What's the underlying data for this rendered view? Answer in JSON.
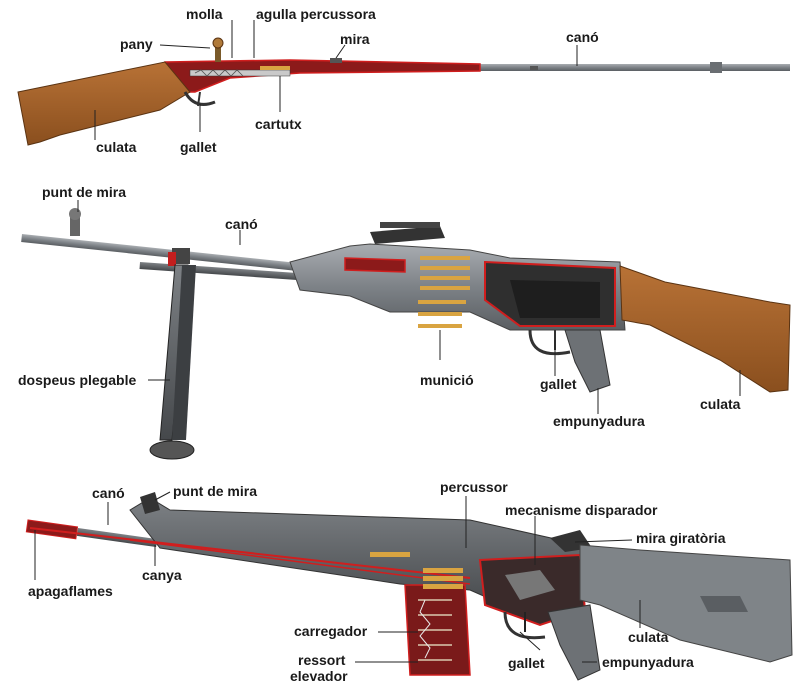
{
  "rifle": {
    "labels": {
      "molla": "molla",
      "agulla": "agulla percussora",
      "pany": "pany",
      "mira": "mira",
      "cano": "canó",
      "culata": "culata",
      "gallet": "gallet",
      "cartutx": "cartutx"
    }
  },
  "machine_gun": {
    "labels": {
      "punt_de_mira": "punt de mira",
      "cano": "canó",
      "dospeus": "dospeus plegable",
      "municio": "munició",
      "gallet": "gallet",
      "culata": "culata",
      "empunyadura": "empunyadura"
    }
  },
  "assault_rifle": {
    "labels": {
      "cano": "canó",
      "punt_de_mira": "punt de mira",
      "percussor": "percussor",
      "mecanisme": "mecanisme disparador",
      "mira_giratoria": "mira giratòria",
      "apagaflames": "apagaflames",
      "canya": "canya",
      "culata": "culata",
      "carregador": "carregador",
      "ressort_1": "ressort",
      "ressort_2": "elevador",
      "gallet": "gallet",
      "empunyadura": "empunyadura"
    }
  },
  "colors": {
    "wood": "#a0612b",
    "wood_dark": "#7a4519",
    "metal": "#8a8f94",
    "metal_dark": "#55595d",
    "metal_light": "#b8bcc0",
    "cutaway": "#8c1a1a",
    "cutaway_line": "#d01e1e",
    "brass": "#d9a441"
  }
}
